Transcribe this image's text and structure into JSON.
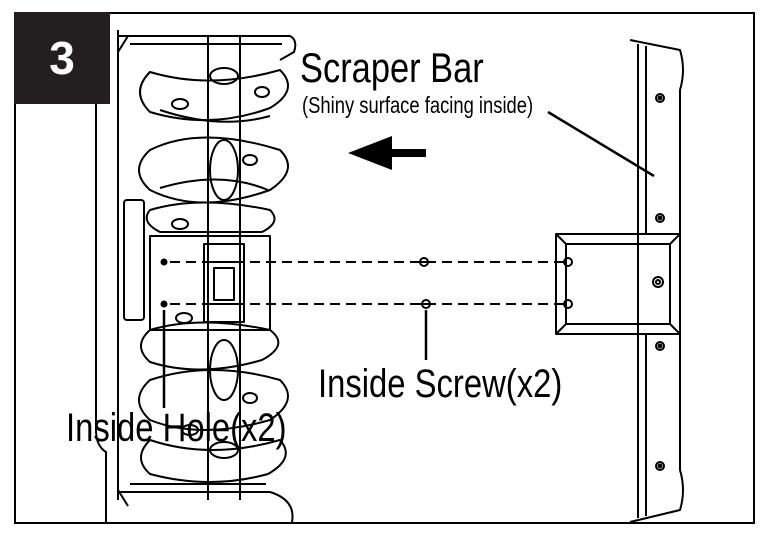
{
  "step": {
    "number": "3"
  },
  "labels": {
    "scraper_bar": "Scraper Bar",
    "scraper_note": "(Shiny surface facing inside)",
    "inside_screw": "Inside Screw(x2)",
    "inside_hole": "Inside Hole(x2)"
  },
  "colors": {
    "ink": "#000000",
    "badge": "#231f20",
    "paper": "#ffffff"
  },
  "icons": {
    "direction": "left-arrow-icon"
  }
}
